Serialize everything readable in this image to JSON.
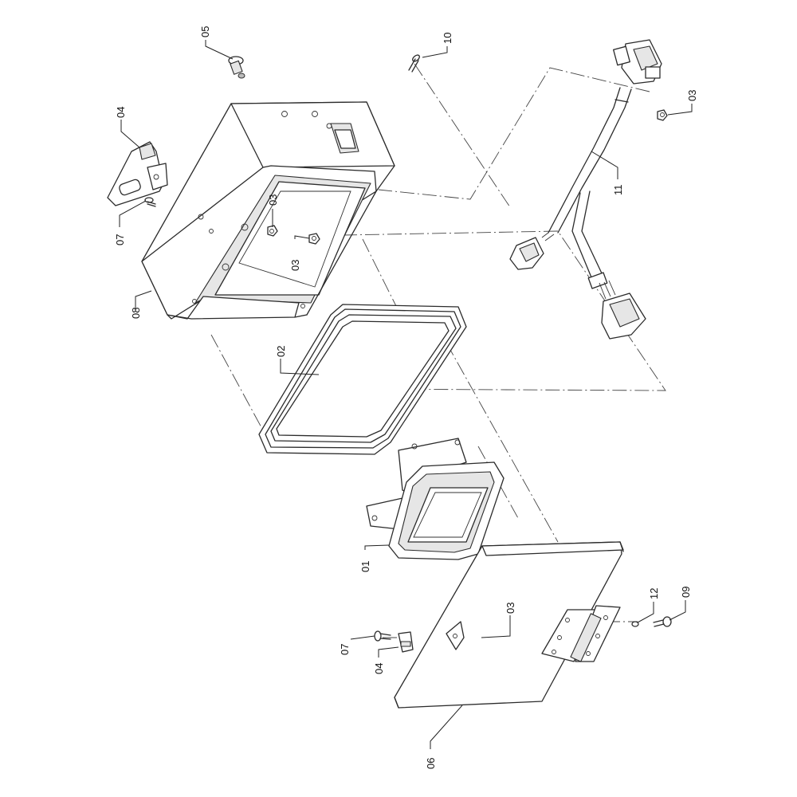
{
  "diagram": {
    "callouts": [
      {
        "id": "c05a",
        "text": "05"
      },
      {
        "id": "c10",
        "text": "10"
      },
      {
        "id": "c04a",
        "text": "04"
      },
      {
        "id": "c03a",
        "text": "03"
      },
      {
        "id": "c03b",
        "text": "03"
      },
      {
        "id": "c03c",
        "text": "03"
      },
      {
        "id": "c07a",
        "text": "07"
      },
      {
        "id": "c08",
        "text": "08"
      },
      {
        "id": "c11",
        "text": "11"
      },
      {
        "id": "c02",
        "text": "02"
      },
      {
        "id": "c01",
        "text": "01"
      },
      {
        "id": "c12",
        "text": "12"
      },
      {
        "id": "c09",
        "text": "09"
      },
      {
        "id": "c03d",
        "text": "03"
      },
      {
        "id": "c07b",
        "text": "07"
      },
      {
        "id": "c04b",
        "text": "04"
      },
      {
        "id": "c06",
        "text": "06"
      }
    ]
  }
}
